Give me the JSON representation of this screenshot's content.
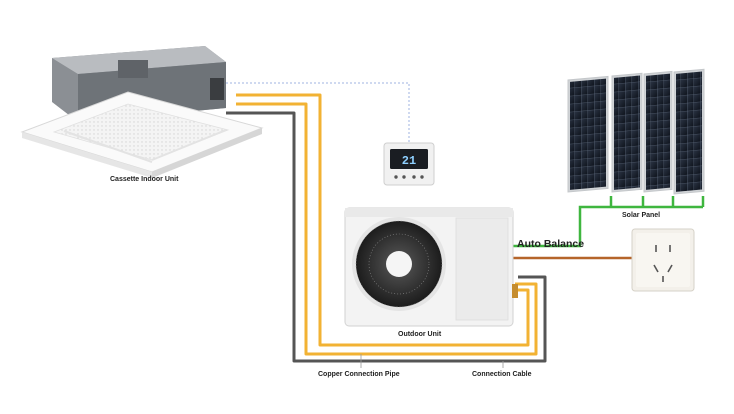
{
  "labels": {
    "indoor_unit": "Cassette Indoor Unit",
    "solar_panel": "Solar Panel",
    "auto_balance": "Auto Balance",
    "outdoor_unit": "Outdoor Unit",
    "copper_pipe": "Copper Connection Pipe",
    "connection_cable": "Connection Cable"
  },
  "controller": {
    "display": "21"
  },
  "colors": {
    "copper_pipe": "#f2b233",
    "connection_cable": "#555555",
    "solar_link": "#3fb63f",
    "grid_link": "#b5652a",
    "signal_link": "#9fb3e0"
  },
  "icons": [
    "cassette-indoor-unit",
    "wired-controller",
    "outdoor-unit",
    "solar-panel",
    "wall-socket"
  ]
}
